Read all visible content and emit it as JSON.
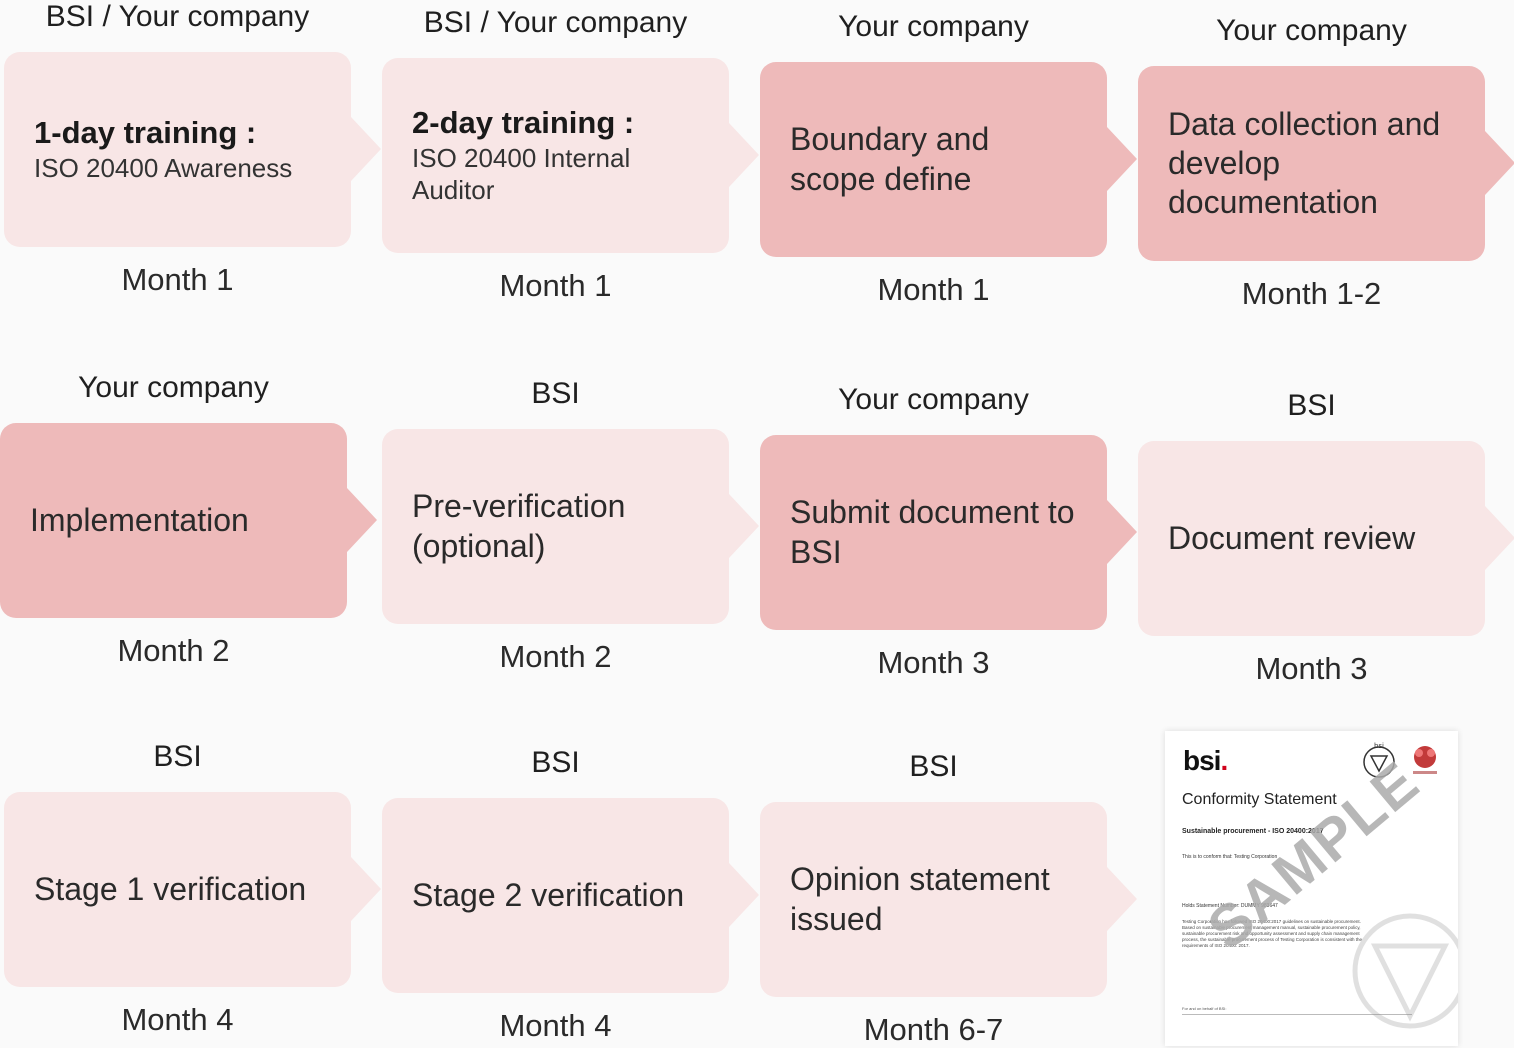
{
  "rows": [
    {
      "steps": [
        {
          "owner": "BSI / Your company",
          "title_bold": "1-day training :",
          "subtitle": "ISO 20400 Awareness",
          "month": "Month 1",
          "shade": "light"
        },
        {
          "owner": "BSI / Your company",
          "title_bold": "2-day training :",
          "subtitle": "ISO 20400 Internal Auditor",
          "month": "Month 1",
          "shade": "light"
        },
        {
          "owner": "Your company",
          "title": "Boundary and scope define",
          "month": "Month 1",
          "shade": "dark"
        },
        {
          "owner": "Your company",
          "title": "Data collection and develop documentation",
          "month": "Month 1-2",
          "shade": "dark"
        }
      ]
    },
    {
      "steps": [
        {
          "owner": "Your company",
          "title": "Implementation",
          "month": "Month 2",
          "shade": "dark"
        },
        {
          "owner": "BSI",
          "title": "Pre-verification (optional)",
          "month": "Month 2",
          "shade": "light"
        },
        {
          "owner": "Your company",
          "title": "Submit document to BSI",
          "month": "Month 3",
          "shade": "dark"
        },
        {
          "owner": "BSI",
          "title": "Document review",
          "month": "Month 3",
          "shade": "light"
        }
      ]
    },
    {
      "steps": [
        {
          "owner": "BSI",
          "title": "Stage 1 verification",
          "month": "Month 4",
          "shade": "light"
        },
        {
          "owner": "BSI",
          "title": "Stage 2 verification",
          "month": "Month 4",
          "shade": "light"
        },
        {
          "owner": "BSI",
          "title": "Opinion statement issued",
          "month": "Month 6-7",
          "shade": "light"
        }
      ]
    }
  ],
  "certificate": {
    "logo": "bsi",
    "title": "Conformity Statement",
    "standard": "Sustainable procurement - ISO 20400:2017",
    "conform_text": "This is to conform that:  Testing Corporation",
    "statement_number": "Holds Statement Number:  DUMMY 983647",
    "body": "Testing Corporation has followed ISO 20400:2017 guidelines on sustainable procurement. Based on sustainable procurement management manual, sustainable procurement policy, sustainable procurement risk and opportunity assessment and supply chain management process, the sustainable procurement process of Testing Corporation is consistent with the requirements of ISO 20400: 2017.",
    "signature": "For and on behalf of BSI:",
    "watermark": "SAMPLE"
  },
  "colors": {
    "light": "#f8e6e6",
    "dark": "#eebaba",
    "accent": "#d0021b"
  }
}
